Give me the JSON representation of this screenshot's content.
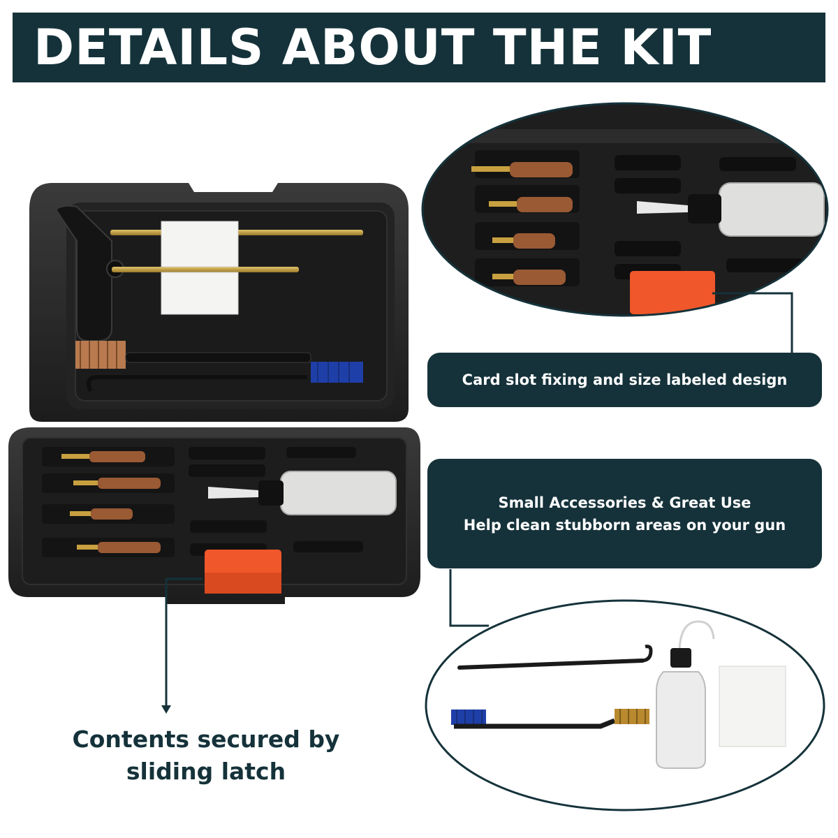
{
  "header": {
    "title": "DETAILS ABOUT THE KIT"
  },
  "callouts": {
    "card_slot": "Card slot fixing and size labeled design",
    "accessories_line1": "Small Accessories & Great Use",
    "accessories_line2": "Help clean stubborn areas on your gun"
  },
  "caption": {
    "line1": "Contents secured by",
    "line2": "sliding latch"
  },
  "colors": {
    "banner": "#15323a",
    "case": "#2a2a2a",
    "latch": "#f0572a",
    "bronze": "#a0603a",
    "brass": "#c8a040",
    "nylon_blue": "#1f3fa8"
  },
  "icons": [
    "cleaning-kit-case",
    "bronze-bore-brush",
    "brass-rod",
    "oil-bottle",
    "pick-tool",
    "double-end-brush",
    "cleaning-patch",
    "sliding-latch"
  ]
}
